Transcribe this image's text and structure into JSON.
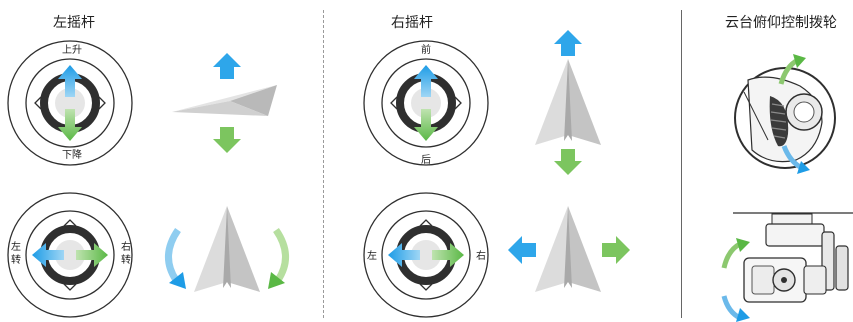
{
  "titles": {
    "left_stick": "左摇杆",
    "right_stick": "右摇杆",
    "gimbal_wheel": "云台俯仰控制拨轮"
  },
  "labels": {
    "up": "上升",
    "down": "下降",
    "rotate_left": "左转",
    "rotate_right": "右转",
    "forward": "前",
    "backward": "后",
    "left": "左",
    "right": "右"
  },
  "colors": {
    "blue": "#1e9ce6",
    "green": "#5ab845",
    "plane": "#c9c9c9",
    "ring": "#2f2f2f"
  }
}
